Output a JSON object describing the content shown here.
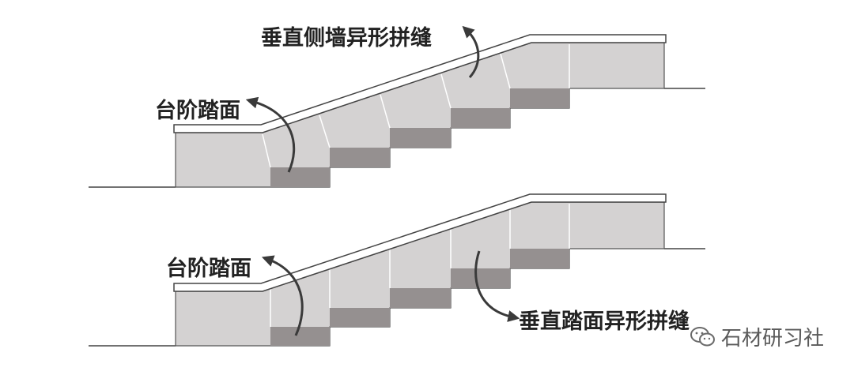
{
  "labels": {
    "top_tread": "台阶踏面",
    "top_wall_joint": "垂直侧墙异形拼缝",
    "bottom_tread": "台阶踏面",
    "bottom_riser_joint": "垂直踏面异形拼缝"
  },
  "watermark": {
    "text": "石材研习社",
    "icon": "wechat-icon"
  },
  "colors": {
    "wall": "#d4d2d2",
    "step": "#959090",
    "line": "#444444",
    "cap": "#ffffff",
    "text": "#222222"
  }
}
